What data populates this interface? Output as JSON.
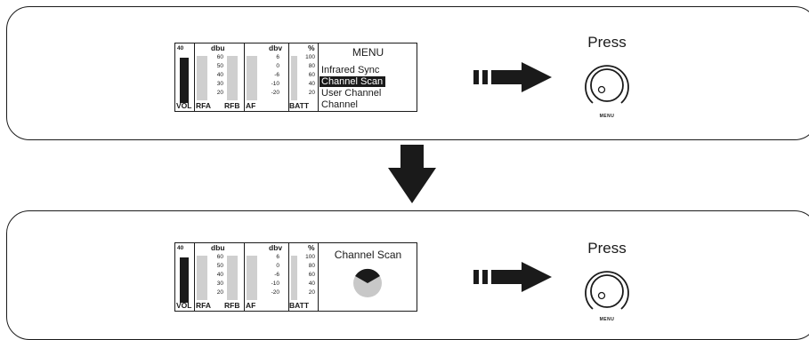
{
  "lcd": {
    "vol_value": "40",
    "vol_label": "VOL",
    "dbu_label": "dbu",
    "dbu_scale": [
      "60",
      "50",
      "40",
      "30",
      "20"
    ],
    "rfa_label": "RFA",
    "rfb_label": "RFB",
    "dbv_label": "dbv",
    "dbv_scale": [
      "6",
      "0",
      "-6",
      "-10",
      "-20"
    ],
    "af_label": "AF",
    "pct_label": "%",
    "pct_scale": [
      "100",
      "80",
      "60",
      "40",
      "20"
    ],
    "batt_label": "BATT"
  },
  "step1": {
    "menu_title": "MENU",
    "menu_items": [
      "Infrared Sync",
      "Channel Scan",
      "User Channel",
      "Channel"
    ],
    "selected_index": 1,
    "press_label": "Press",
    "knob_label": "MENU"
  },
  "step2": {
    "screen_title": "Channel Scan",
    "press_label": "Press",
    "knob_label": "MENU",
    "scan_indicator": "scan-pie-icon"
  },
  "colors": {
    "ink": "#1a1a1a",
    "meter_gray": "#cfcfcf",
    "scan_gray": "#c8c8c8"
  }
}
